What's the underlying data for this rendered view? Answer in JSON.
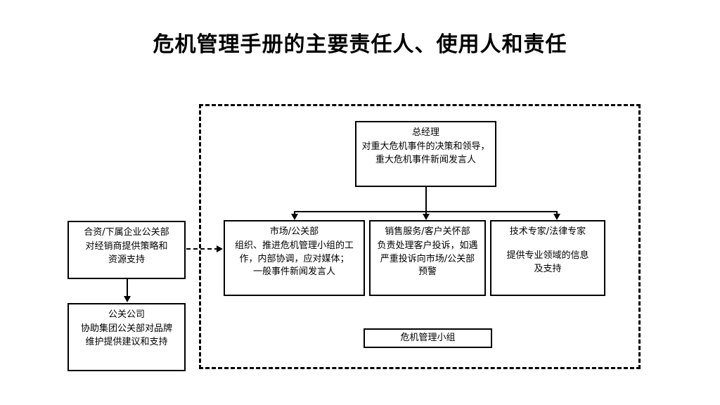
{
  "page": {
    "title": "危机管理手册的主要责任人、使用人和责任",
    "background_color": "#ffffff",
    "line_color": "#000000"
  },
  "diagram": {
    "type": "org-chart",
    "container_label": "危机管理小组",
    "nodes": [
      {
        "id": "general-manager",
        "title": "总经理",
        "lines": [
          "对重大危机事件的决策和领导，",
          "重大危机事件新闻发言人"
        ]
      },
      {
        "id": "joint-venture-pr",
        "title": "合资/下属企业公关部",
        "lines": [
          "对经销商提供策略和",
          "资源支持"
        ]
      },
      {
        "id": "pr-agency",
        "title": "公关公司",
        "lines": [
          "协助集团公关部对品牌",
          "维护提供建议和支持"
        ]
      },
      {
        "id": "marketing-pr",
        "title": "市场/公关部",
        "lines": [
          "组织、推进危机管理小组的工",
          "作，内部协调，应对媒体；",
          "一般事件新闻发言人"
        ]
      },
      {
        "id": "sales-customer-care",
        "title": "销售服务/客户关怀部",
        "lines": [
          "负责处理客户投诉，如遇",
          "严重投诉向市场/公关部",
          "预警"
        ]
      },
      {
        "id": "technical-legal-expert",
        "title": "技术专家/法律专家",
        "lines": [
          "",
          "提供专业领域的信息",
          "及支持"
        ]
      },
      {
        "id": "crisis-team",
        "title": "危机管理小组",
        "lines": []
      }
    ],
    "connectors": [
      {
        "from": "general-manager",
        "to": "marketing-pr",
        "style": "solid",
        "arrow": "down"
      },
      {
        "from": "general-manager",
        "to": "sales-customer-care",
        "style": "solid",
        "arrow": "down"
      },
      {
        "from": "general-manager",
        "to": "technical-legal-expert",
        "style": "solid",
        "arrow": "down"
      },
      {
        "from": "joint-venture-pr",
        "to": "pr-agency",
        "style": "solid",
        "arrow": "down"
      },
      {
        "from": "joint-venture-pr",
        "to": "marketing-pr",
        "style": "dashed",
        "arrow": "right"
      }
    ]
  }
}
